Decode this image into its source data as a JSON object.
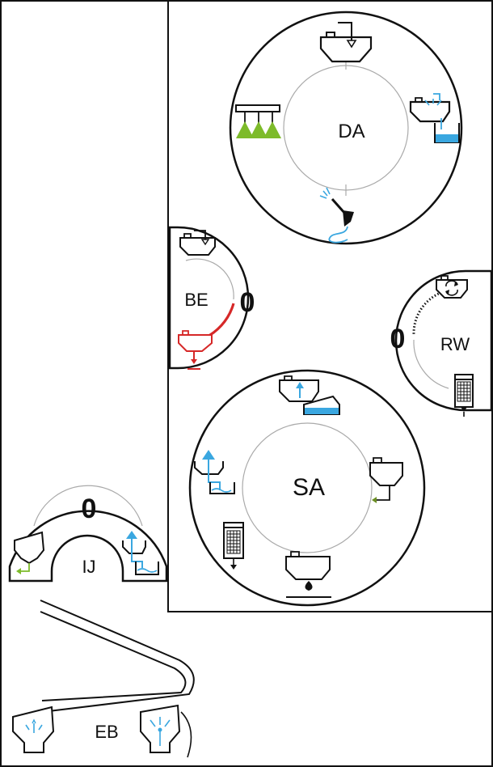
{
  "colors": {
    "stroke": "#111111",
    "ring": "#aaaaaa",
    "water": "#3aa7e0",
    "green": "#7dbb2a",
    "red": "#d62828",
    "olive": "#6b8e23"
  },
  "modules": {
    "da": {
      "label": "DA"
    },
    "be": {
      "label": "BE",
      "value": "0"
    },
    "rw": {
      "label": "RW",
      "value": "0"
    },
    "sa": {
      "label": "SA"
    },
    "ij": {
      "label": "IJ",
      "value": "0"
    },
    "eb": {
      "label": "EB"
    }
  },
  "icons": {
    "da_top": "tank-fill-icon",
    "da_right": "tank-rinse-icon",
    "da_left": "boom-spray-icon",
    "da_bottom": "pressure-washer-icon",
    "be_top": "tank-fill-icon",
    "be_bottom": "tank-drain-icon",
    "rw_top": "tank-recirculate-icon",
    "rw_bottom": "filter-icon",
    "sa_top": "tank-transfer-icon",
    "sa_left": "water-suction-icon",
    "sa_right": "tank-outlet-icon",
    "sa_lowleft": "filter-icon",
    "sa_bottom": "tank-drop-icon",
    "ij_left": "hopper-outlet-icon",
    "ij_right": "water-suction-icon",
    "eb_left": "hopper-rinse-icon",
    "eb_right": "hopper-nozzle-icon"
  }
}
